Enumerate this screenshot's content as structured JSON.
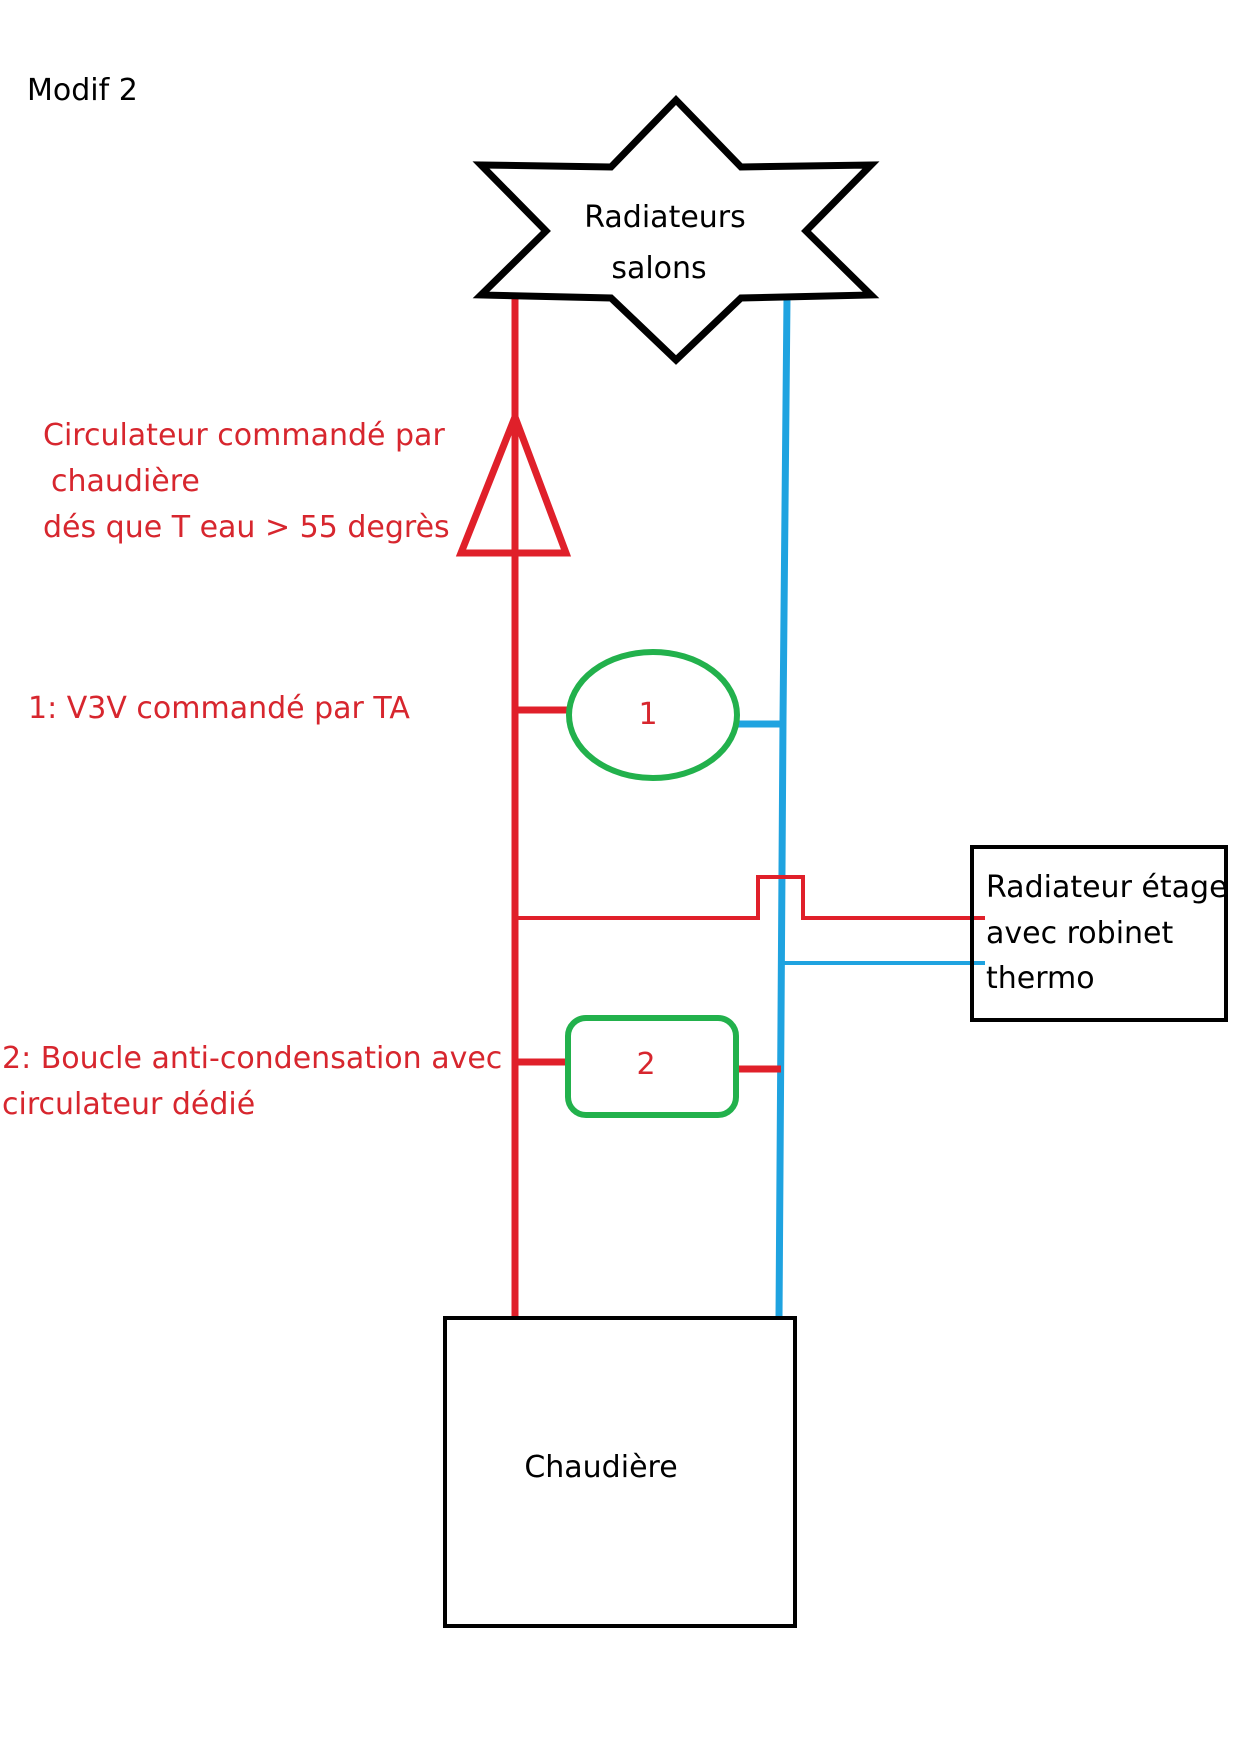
{
  "title": "Modif 2",
  "colors": {
    "hot_pipe": "#e0202a",
    "cold_pipe": "#1fa3e0",
    "component": "#22b14c",
    "annotation": "#d7262e",
    "outline": "#000000"
  },
  "nodes": {
    "radiators_salons": {
      "line1": "Radiateurs",
      "line2": "salons",
      "shape": "star"
    },
    "radiateur_etage": {
      "line1": "Radiateur étage",
      "line2": "avec robinet",
      "line3": "thermo"
    },
    "chaudiere": {
      "label": "Chaudière"
    },
    "v3v": {
      "label": "1",
      "shape": "ellipse"
    },
    "boucle": {
      "label": "2",
      "shape": "rounded-rect"
    },
    "circulateur": {
      "shape": "triangle",
      "icon": "pump-triangle-icon"
    }
  },
  "annotations": {
    "circulateur": {
      "line1": "Circulateur commandé par",
      "line2": "chaudière",
      "line3": "dés que T eau > 55 degrès"
    },
    "v3v": {
      "line1": "1: V3V commandé par TA"
    },
    "boucle": {
      "line1": "2: Boucle anti-condensation avec",
      "line2": "circulateur dédié"
    }
  }
}
